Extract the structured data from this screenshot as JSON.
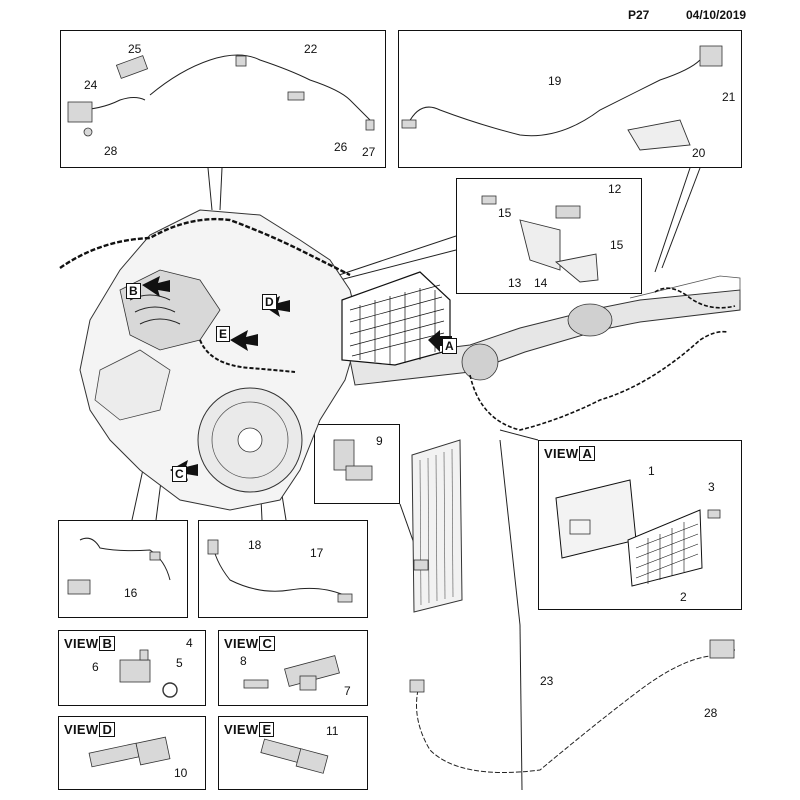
{
  "header": {
    "page": "P27",
    "date": "04/10/2019"
  },
  "views": {
    "A": {
      "word": "VIEW",
      "letter": "A"
    },
    "B": {
      "word": "VIEW",
      "letter": "B"
    },
    "C": {
      "word": "VIEW",
      "letter": "C"
    },
    "D": {
      "word": "VIEW",
      "letter": "D"
    },
    "E": {
      "word": "VIEW",
      "letter": "E"
    }
  },
  "arrows": {
    "A": "A",
    "B": "B",
    "C": "C",
    "D": "D",
    "E": "E"
  },
  "callouts": {
    "n1": "1",
    "n2": "2",
    "n3": "3",
    "n4": "4",
    "n5": "5",
    "n6": "6",
    "n7": "7",
    "n8": "8",
    "n9": "9",
    "n10": "10",
    "n11": "11",
    "n12": "12",
    "n13": "13",
    "n14": "14",
    "n15a": "15",
    "n15b": "15",
    "n16": "16",
    "n17": "17",
    "n18": "18",
    "n19": "19",
    "n20": "20",
    "n21": "21",
    "n22": "22",
    "n23": "23",
    "n24": "24",
    "n25": "25",
    "n26": "26",
    "n27": "27",
    "n28a": "28",
    "n28b": "28"
  }
}
